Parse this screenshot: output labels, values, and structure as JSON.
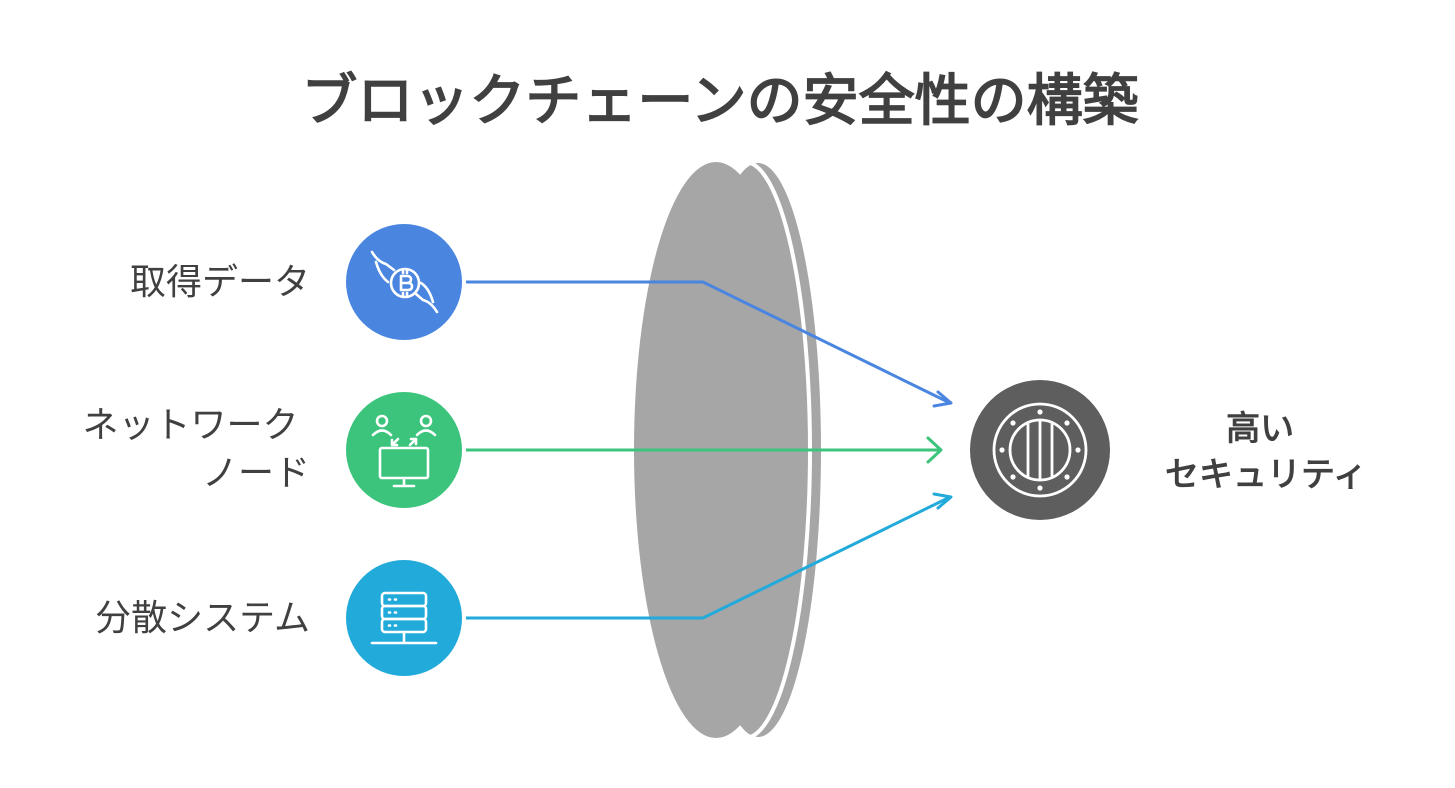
{
  "title": "ブロックチェーンの安全性の構築",
  "inputs": [
    {
      "label_lines": [
        "取得データ"
      ],
      "icon": "bitcoin-hand-icon",
      "color": "#4a86e0"
    },
    {
      "label_lines": [
        "ネットワーク",
        "ノード"
      ],
      "icon": "network-nodes-icon",
      "color": "#3cc47c"
    },
    {
      "label_lines": [
        "分散システム"
      ],
      "icon": "server-stack-icon",
      "color": "#22aadb"
    }
  ],
  "lens_color": "#a6a6a6",
  "output": {
    "label_lines": [
      "高い",
      "セキュリティ"
    ],
    "icon": "vault-door-icon",
    "color": "#5e5e5e"
  }
}
